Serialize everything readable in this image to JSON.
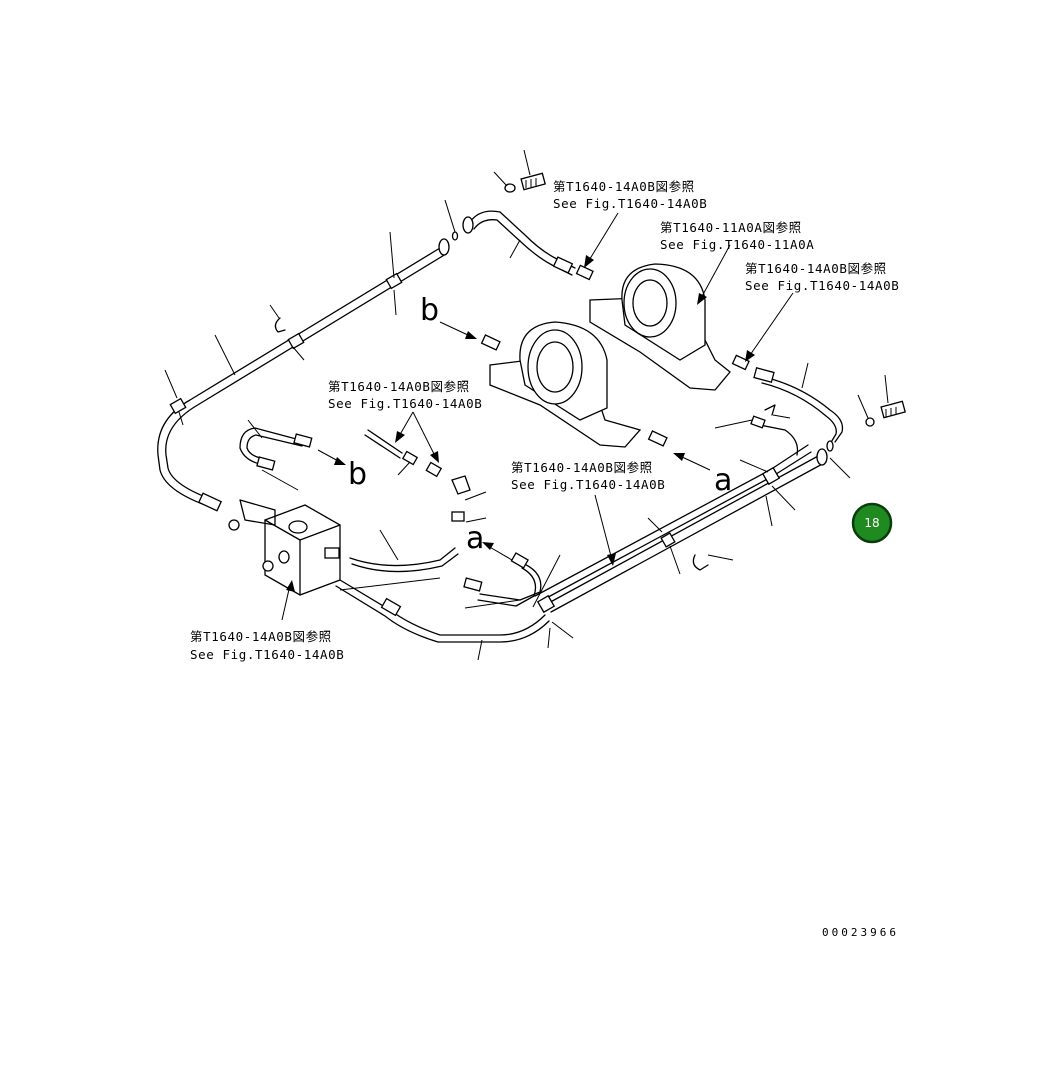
{
  "references": [
    {
      "id": "ref-top",
      "jp": "第T1640-14A0B図参照",
      "en": "See Fig.T1640-14A0B"
    },
    {
      "id": "ref-bearing",
      "jp": "第T1640-11A0A図参照",
      "en": "See Fig.T1640-11A0A"
    },
    {
      "id": "ref-right",
      "jp": "第T1640-14A0B図参照",
      "en": "See Fig.T1640-14A0B"
    },
    {
      "id": "ref-left-mid",
      "jp": "第T1640-14A0B図参照",
      "en": "See Fig.T1640-14A0B"
    },
    {
      "id": "ref-center",
      "jp": "第T1640-14A0B図参照",
      "en": "See Fig.T1640-14A0B"
    },
    {
      "id": "ref-bottom",
      "jp": "第T1640-14A0B図参照",
      "en": "See Fig.T1640-14A0B"
    }
  ],
  "view_markers": {
    "a1": "a",
    "a2": "a",
    "b1": "b",
    "b2": "b"
  },
  "drawing_number": "00023966",
  "page_badge": {
    "label": "18",
    "color": "#1f8a1f",
    "border": "#0b3d0b"
  }
}
